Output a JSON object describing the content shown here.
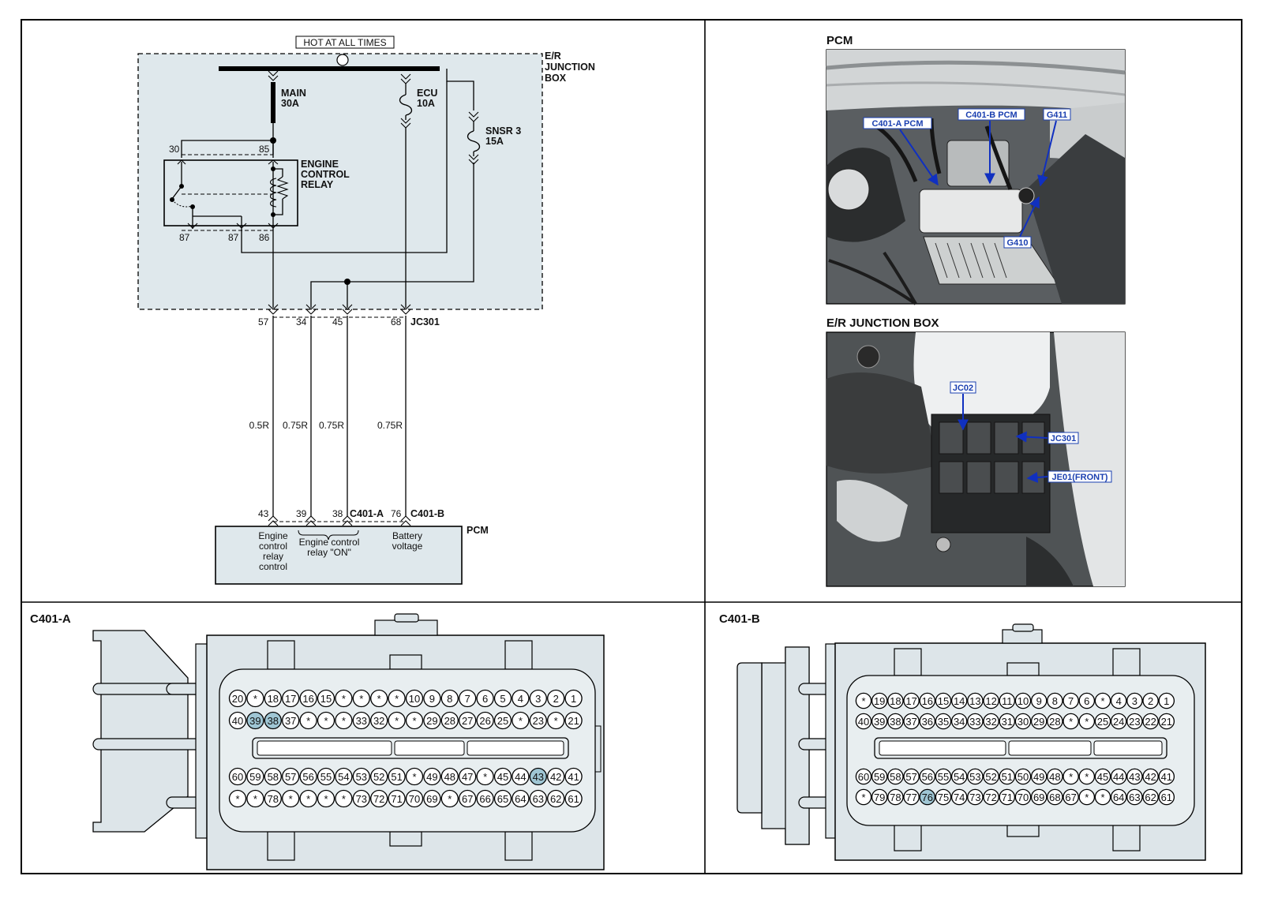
{
  "schematic": {
    "hot_label": "HOT AT ALL TIMES",
    "junction_box": [
      "E/R",
      "JUNCTION",
      "BOX"
    ],
    "fuses": [
      {
        "name": "MAIN",
        "rating": "30A"
      },
      {
        "name": "ECU",
        "rating": "10A"
      },
      {
        "name": "SNSR  3",
        "rating": "15A"
      }
    ],
    "relay_name": [
      "ENGINE",
      "CONTROL",
      "RELAY"
    ],
    "relay_terminals": [
      "30",
      "85",
      "87",
      "87",
      "86"
    ],
    "jb_pins": [
      "57",
      "34",
      "45",
      "68"
    ],
    "jb_connector": "JC301",
    "wires": [
      "0.5R",
      "0.75R",
      "0.75R",
      "0.75R"
    ],
    "pcm_pins": [
      "43",
      "39",
      "38",
      "76"
    ],
    "pcm_connectors": [
      "C401-A",
      "C401-B"
    ],
    "pcm_label": "PCM",
    "pcm_functions": [
      [
        "Engine",
        "control",
        "relay",
        "control"
      ],
      [
        "Engine control",
        "relay \"ON\""
      ],
      [
        "Battery",
        "voltage"
      ]
    ]
  },
  "photos": {
    "pcm_title": "PCM",
    "pcm_callouts": [
      "C401-A PCM",
      "C401-B PCM",
      "G411",
      "G410"
    ],
    "jb_title": "E/R JUNCTION BOX",
    "jb_callouts": [
      "JC02",
      "JC301",
      "JE01(FRONT)"
    ]
  },
  "connectors": {
    "highlight_color": "#9fc6d4",
    "body_color": "#dde5e9",
    "c401a": {
      "title": "C401-A",
      "rows": [
        [
          "20",
          "*",
          "18",
          "17",
          "16",
          "15",
          "*",
          "*",
          "*",
          "*",
          "10",
          "9",
          "8",
          "7",
          "6",
          "5",
          "4",
          "3",
          "2",
          "1"
        ],
        [
          "40",
          "39",
          "38",
          "37",
          "*",
          "*",
          "*",
          "33",
          "32",
          "*",
          "*",
          "29",
          "28",
          "27",
          "26",
          "25",
          "*",
          "23",
          "*",
          "21"
        ],
        [
          "60",
          "59",
          "58",
          "57",
          "56",
          "55",
          "54",
          "53",
          "52",
          "51",
          "*",
          "49",
          "48",
          "47",
          "*",
          "45",
          "44",
          "43",
          "42",
          "41"
        ],
        [
          "*",
          "*",
          "78",
          "*",
          "*",
          "*",
          "*",
          "73",
          "72",
          "71",
          "70",
          "69",
          "*",
          "67",
          "66",
          "65",
          "64",
          "63",
          "62",
          "61"
        ]
      ],
      "highlight": [
        "39",
        "38",
        "43"
      ]
    },
    "c401b": {
      "title": "C401-B",
      "rows": [
        [
          "*",
          "19",
          "18",
          "17",
          "16",
          "15",
          "14",
          "13",
          "12",
          "11",
          "10",
          "9",
          "8",
          "7",
          "6",
          "*",
          "4",
          "3",
          "2",
          "1"
        ],
        [
          "40",
          "39",
          "38",
          "37",
          "36",
          "35",
          "34",
          "33",
          "32",
          "31",
          "30",
          "29",
          "28",
          "*",
          "*",
          "25",
          "24",
          "23",
          "22",
          "21"
        ],
        [
          "60",
          "59",
          "58",
          "57",
          "56",
          "55",
          "54",
          "53",
          "52",
          "51",
          "50",
          "49",
          "48",
          "*",
          "*",
          "45",
          "44",
          "43",
          "42",
          "41"
        ],
        [
          "*",
          "79",
          "78",
          "77",
          "76",
          "75",
          "74",
          "73",
          "72",
          "71",
          "70",
          "69",
          "68",
          "67",
          "*",
          "*",
          "64",
          "63",
          "62",
          "61"
        ]
      ],
      "highlight": [
        "76"
      ]
    }
  }
}
